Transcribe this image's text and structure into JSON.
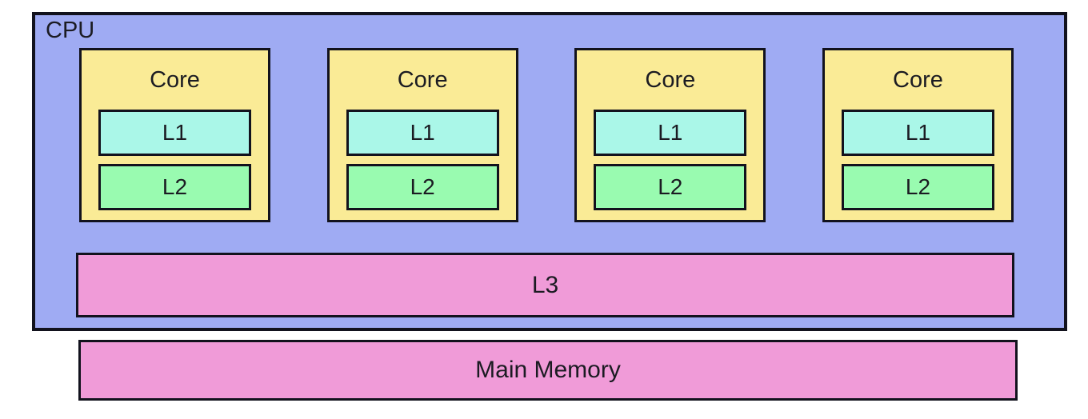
{
  "diagram": {
    "title_implicit": "CPU cache hierarchy diagram",
    "cpu_label": "CPU",
    "cores": [
      {
        "label": "Core",
        "l1_label": "L1",
        "l2_label": "L2"
      },
      {
        "label": "Core",
        "l1_label": "L1",
        "l2_label": "L2"
      },
      {
        "label": "Core",
        "l1_label": "L1",
        "l2_label": "L2"
      },
      {
        "label": "Core",
        "l1_label": "L1",
        "l2_label": "L2"
      }
    ],
    "l3_label": "L3",
    "main_memory_label": "Main Memory"
  },
  "colors": {
    "cpu_bg": "#9FABF3",
    "core_bg": "#FAEB96",
    "l1_bg": "#AAF7E8",
    "l2_bg": "#99FBB0",
    "l3_bg": "#F09BD8",
    "main_memory_bg": "#F09BD8",
    "border": "#12121D",
    "text": "#1B1B22",
    "page_bg": "#FFFFFF"
  }
}
